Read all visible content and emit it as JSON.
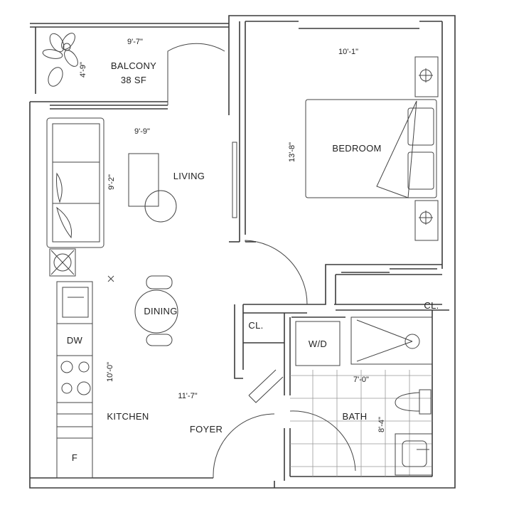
{
  "rooms": {
    "balcony": {
      "name": "BALCONY",
      "area": "38 SF",
      "width": "9'-7\"",
      "depth": "4'-9\""
    },
    "living": {
      "name": "LIVING",
      "width": "9'-9\"",
      "depth": "9'-2\""
    },
    "bedroom": {
      "name": "BEDROOM",
      "width": "10'-1\"",
      "depth": "13'-8\"",
      "closet": "CL."
    },
    "dining": {
      "name": "DINING"
    },
    "kitchen": {
      "name": "KITCHEN",
      "depth": "10'-0\"",
      "dishwasher": "DW",
      "fridge": "F"
    },
    "foyer": {
      "name": "FOYER",
      "width": "11'-7\"",
      "closet": "CL."
    },
    "laundry": {
      "name": "W/D"
    },
    "bath": {
      "name": "BATH",
      "width": "7'-0\"",
      "depth": "8'-4\""
    }
  },
  "colors": {
    "wall": "#3a3a3a",
    "line": "#444444",
    "text": "#222222",
    "background": "#ffffff"
  }
}
